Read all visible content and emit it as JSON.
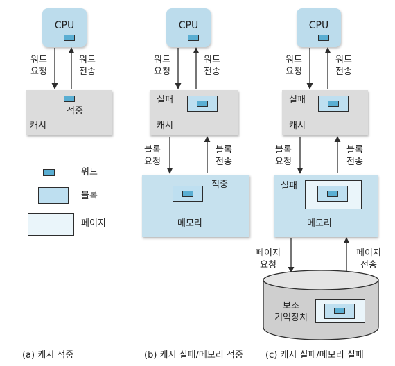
{
  "panel_a": {
    "cpu": "CPU",
    "request": [
      "워드",
      "요청"
    ],
    "transfer": [
      "워드",
      "전송"
    ],
    "hit": "적중",
    "cache": "캐시",
    "caption": "(a) 캐시 적중"
  },
  "panel_b": {
    "cpu": "CPU",
    "word_request": [
      "워드",
      "요청"
    ],
    "word_transfer": [
      "워드",
      "전송"
    ],
    "miss": "실패",
    "cache": "캐시",
    "block_request": [
      "블록",
      "요청"
    ],
    "block_transfer": [
      "블록",
      "전송"
    ],
    "hit": "적중",
    "memory": "메모리",
    "caption": "(b) 캐시 실패/메모리 적중"
  },
  "panel_c": {
    "cpu": "CPU",
    "word_request": [
      "워드",
      "요청"
    ],
    "word_transfer": [
      "워드",
      "전송"
    ],
    "cache_miss": "실패",
    "cache": "캐시",
    "block_request": [
      "블록",
      "요청"
    ],
    "block_transfer": [
      "블록",
      "전송"
    ],
    "memory_miss": "실패",
    "memory": "메모리",
    "page_request": [
      "페이지",
      "요청"
    ],
    "page_transfer": [
      "페이지",
      "전송"
    ],
    "storage": [
      "보조",
      "기억장치"
    ],
    "caption": "(c) 캐시 실패/메모리 실패"
  },
  "legend": {
    "word": "워드",
    "block": "블록",
    "page": "페이지"
  },
  "colors": {
    "cpu": "#bcdcec",
    "cache": "#dcdcdc",
    "memory": "#c6e1ee",
    "word": "#5aaed2",
    "block": "#bedff0",
    "page": "#eaf5fa",
    "storage": "#cfcfcf",
    "arrow": "#2d2d2d"
  }
}
